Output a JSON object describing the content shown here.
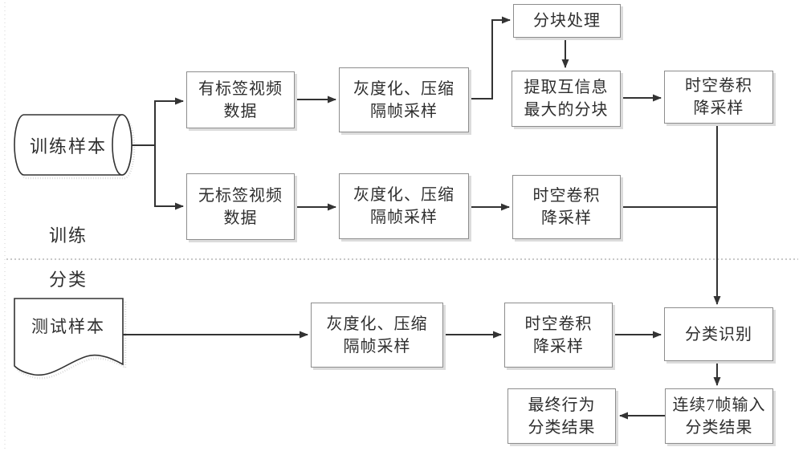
{
  "colors": {
    "line": "#333333",
    "box_border": "#8d8d8d",
    "box_shadow": "#dcdcdc",
    "text": "#2e2e2e",
    "divider": "#b5b5b5",
    "background": "#ffffff"
  },
  "sections": {
    "train_label": "训练",
    "classify_label": "分类"
  },
  "nodes": {
    "train_samples": {
      "label": "训练样本",
      "shape": "cylinder"
    },
    "labeled_video": {
      "lines": [
        "有标签视频",
        "数据"
      ]
    },
    "grayscale_compress_1": {
      "lines": [
        "灰度化、压缩",
        "隔帧采样"
      ]
    },
    "block_processing": {
      "lines": [
        "分块处理"
      ]
    },
    "extract_mutual_info": {
      "lines": [
        "提取互信息",
        "最大的分块"
      ]
    },
    "st_conv_downsample_1": {
      "lines": [
        "时空卷积",
        "降采样"
      ]
    },
    "unlabeled_video": {
      "lines": [
        "无标签视频",
        "数据"
      ]
    },
    "grayscale_compress_2": {
      "lines": [
        "灰度化、压缩",
        "隔帧采样"
      ]
    },
    "st_conv_downsample_2": {
      "lines": [
        "时空卷积",
        "降采样"
      ]
    },
    "test_samples": {
      "label": "测试样本",
      "shape": "document"
    },
    "grayscale_compress_3": {
      "lines": [
        "灰度化、压缩",
        "隔帧采样"
      ]
    },
    "st_conv_downsample_3": {
      "lines": [
        "时空卷积",
        "降采样"
      ]
    },
    "classification_recognition": {
      "lines": [
        "分类识别"
      ]
    },
    "consecutive_7_frame_result": {
      "lines": [
        "连续7帧输入",
        "分类结果"
      ]
    },
    "final_behavior_result": {
      "lines": [
        "最终行为",
        "分类结果"
      ]
    }
  }
}
